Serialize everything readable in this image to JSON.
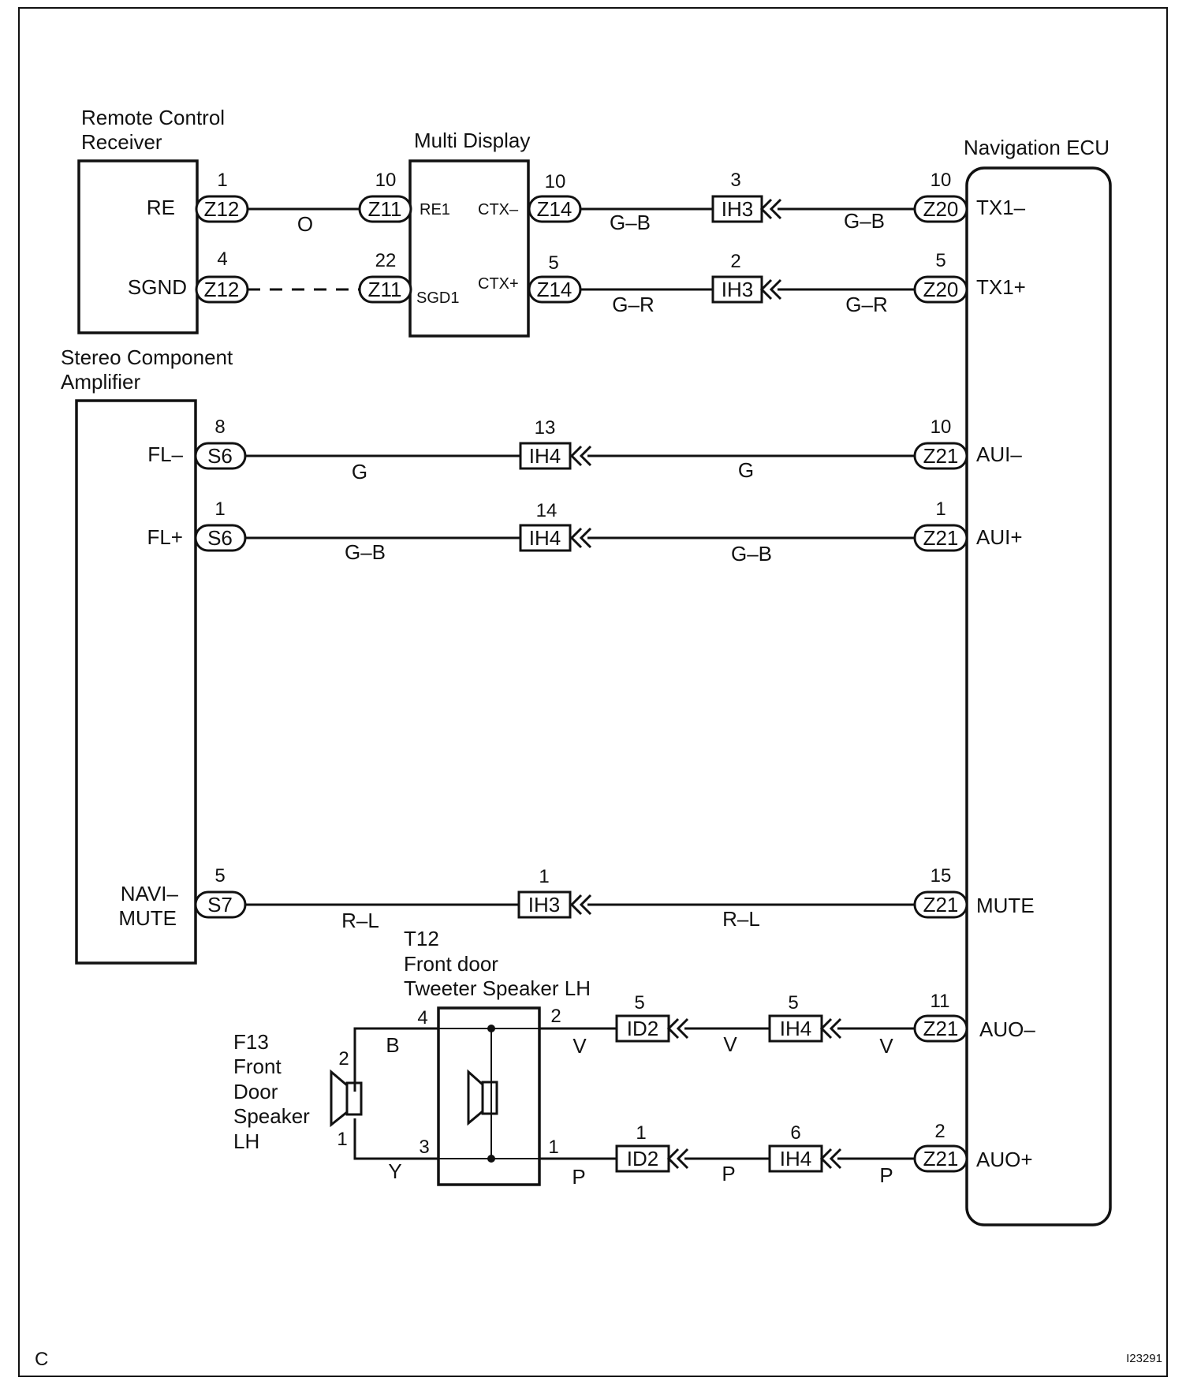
{
  "components": {
    "remote_receiver": {
      "line1": "Remote Control",
      "line2": "Receiver",
      "pin_re": "RE",
      "pin_sgnd": "SGND"
    },
    "multi_display": {
      "name": "Multi Display",
      "pin_re1": "RE1",
      "pin_sgd1": "SGD1",
      "pin_ctx_minus": "CTX–",
      "pin_ctx_plus": "CTX+"
    },
    "navigation_ecu": {
      "name": "Navigation ECU",
      "pins": [
        "TX1–",
        "TX1+",
        "AUI–",
        "AUI+",
        "MUTE",
        "AUO–",
        "AUO+"
      ]
    },
    "stereo_amplifier": {
      "line1": "Stereo Component",
      "line2": "Amplifier",
      "pin_fl_minus": "FL–",
      "pin_fl_plus": "FL+",
      "pin_navi": "NAVI–",
      "pin_mute": "MUTE"
    },
    "tweeter": {
      "code": "T12",
      "line1": "Front door",
      "line2": "Tweeter Speaker LH"
    },
    "speaker": {
      "code": "F13",
      "line1": "Front",
      "line2": "Door",
      "line3": "Speaker",
      "line4": "LH"
    }
  },
  "connectors": {
    "z12": "Z12",
    "z11": "Z11",
    "z14": "Z14",
    "z20": "Z20",
    "z21": "Z21",
    "s6": "S6",
    "s7": "S7",
    "ih3": "IH3",
    "ih4": "IH4",
    "id2": "ID2"
  },
  "pin_numbers": {
    "tx_minus": [
      "1",
      "10",
      "10",
      "3",
      "10"
    ],
    "tx_plus": [
      "4",
      "22",
      "5",
      "2",
      "5"
    ],
    "aui_minus": [
      "8",
      "13",
      "10"
    ],
    "aui_plus": [
      "1",
      "14",
      "1"
    ],
    "mute": [
      "5",
      "1",
      "15"
    ],
    "auo_minus": [
      "4",
      "2",
      "5",
      "5",
      "11"
    ],
    "auo_plus": [
      "3",
      "1",
      "1",
      "6",
      "2"
    ],
    "speaker": [
      "2",
      "1"
    ]
  },
  "wire_colors": {
    "o": "O",
    "gb": "G–B",
    "gr": "G–R",
    "g": "G",
    "rl": "R–L",
    "v": "V",
    "p": "P",
    "b": "B",
    "y": "Y"
  },
  "footer": {
    "left": "C",
    "right": "I23291"
  }
}
